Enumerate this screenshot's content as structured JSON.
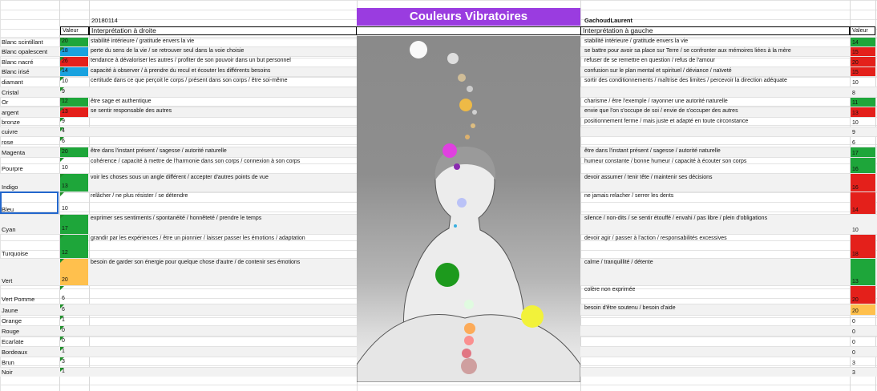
{
  "header": {
    "date": "20180114",
    "title": "Couleurs Vibratoires",
    "author": "GachoudLaurent"
  },
  "columns": {
    "valeur_left": "Valeur",
    "interp_right": "Interprétation à droite",
    "interp_left": "Interprétation à gauche",
    "valeur_right": "Valeur"
  },
  "colors": {
    "green": "#1ea63a",
    "blue": "#19a2df",
    "red": "#e4201b",
    "orange": "#ffc04d",
    "purple": "#9a3ce0"
  },
  "rows": [
    {
      "name": "Blanc scintillant",
      "v1": "20",
      "c1": "green",
      "r": "stabilité intérieure / gratitude envers la vie",
      "l": "stabilité intérieure / gratitude envers la vie",
      "v2": "14",
      "c2": "green"
    },
    {
      "name": "Blanc opalescent",
      "v1": "18",
      "c1": "blue",
      "r": "perte du sens de la vie / se retrouver seul dans la voie choisie",
      "l": "se battre pour avoir sa place sur Terre / se confronter aux mémoires liées à la mère",
      "v2": "15",
      "c2": "red"
    },
    {
      "name": "Blanc nacré",
      "v1": "26",
      "c1": "red",
      "r": "tendance à dévaloriser les autres / profiter de son pouvoir dans un but personnel",
      "l": "refuser de se remettre en question / refus de l'amour",
      "v2": "20",
      "c2": "red"
    },
    {
      "name": "Blanc irisé",
      "v1": "14",
      "c1": "blue",
      "r": "capacité à observer / à prendre du recul et écouter les différents besoins",
      "l": "confusion sur le plan mental et spirituel / déviance / naïveté",
      "v2": "15",
      "c2": "red"
    },
    {
      "name": "diamant",
      "v1": "10",
      "c1": "",
      "r": "certitude dans ce que perçoit le corps / présent dans son corps / être soi-même",
      "l": "sortir des conditionnements / maîtrise des limites / percevoir la direction adéquate",
      "v2": "10",
      "c2": ""
    },
    {
      "name": "Cristal",
      "v1": "9",
      "c1": "",
      "r": "",
      "l": "",
      "v2": "8",
      "c2": ""
    },
    {
      "name": "Or",
      "v1": "12",
      "c1": "green",
      "r": "être sage et authentique",
      "l": "charisme / être l'exemple / rayonner une autorité naturelle",
      "v2": "11",
      "c2": "green"
    },
    {
      "name": "argent",
      "v1": "13",
      "c1": "red",
      "r": "se sentir responsable des autres",
      "l": "envie que l'on s'occupe de soi / envie de s'occuper des autres",
      "v2": "13",
      "c2": "red"
    },
    {
      "name": "bronze",
      "v1": "9",
      "c1": "",
      "r": "",
      "l": "positionnement ferme / mais juste et adapté en toute circonstance",
      "v2": "10",
      "c2": ""
    },
    {
      "name": "cuivre",
      "v1": "4",
      "c1": "",
      "r": "",
      "l": "",
      "v2": "9",
      "c2": ""
    },
    {
      "name": "rose",
      "v1": "6",
      "c1": "",
      "r": "",
      "l": "",
      "v2": "6",
      "c2": ""
    },
    {
      "name": "Magenta",
      "v1": "20",
      "c1": "green",
      "r": "être dans l'instant présent / sagesse / autorité naturelle",
      "l": "être dans l'instant présent / sagesse / autorité naturelle",
      "v2": "17",
      "c2": "green"
    },
    {
      "name": "Pourpre",
      "v1": "10",
      "c1": "",
      "r": "cohérence / capacité à mettre de l'harmonie dans son corps / connexion à son corps",
      "l": "humeur constante / bonne humeur / capacité à écouter son corps",
      "v2": "16",
      "c2": "green"
    },
    {
      "name": "Indigo",
      "v1": "13",
      "c1": "green",
      "r": "voir les choses sous un angle différent / accepter d'autres points de vue",
      "l": "devoir assumer / tenir tête / maintenir ses décisions",
      "v2": "16",
      "c2": "red"
    },
    {
      "name": "Bleu",
      "v1": "10",
      "c1": "",
      "r": "relâcher / ne plus résister / se détendre",
      "l": "ne jamais relacher / serrer les dents",
      "v2": "14",
      "c2": "red"
    },
    {
      "name": "Cyan",
      "v1": "17",
      "c1": "green",
      "r": "exprimer ses sentiments / spontanéité / honnêteté / prendre le temps",
      "l": "silence / non-dits / se sentir étouffé / envahi / pas libre / plein d'obligations",
      "v2": "10",
      "c2": ""
    },
    {
      "name": "Turquoise",
      "v1": "12",
      "c1": "green",
      "r": "grandir par les expériences / être un pionnier / laisser passer les émotions / adaptation",
      "l": "devoir agir / passer à l'action / responsabilités excessives",
      "v2": "18",
      "c2": "red"
    },
    {
      "name": "Vert",
      "v1": "20",
      "c1": "orange",
      "r": "besoin de garder son énergie pour quelque chose d'autre / de contenir ses émotions",
      "l": "calme / tranquillité / détente",
      "v2": "13",
      "c2": "green"
    },
    {
      "name": "Vert Pomme",
      "v1": "6",
      "c1": "",
      "r": "",
      "l": "colère non exprimée",
      "v2": "20",
      "c2": "red"
    },
    {
      "name": "Jaune",
      "v1": "6",
      "c1": "",
      "r": "",
      "l": "besoin d'être soutenu / besoin d'aide",
      "v2": "20",
      "c2": "orange"
    },
    {
      "name": "Orange",
      "v1": "1",
      "c1": "",
      "r": "",
      "l": "",
      "v2": "0",
      "c2": ""
    },
    {
      "name": "Rouge",
      "v1": "0",
      "c1": "",
      "r": "",
      "l": "",
      "v2": "0",
      "c2": ""
    },
    {
      "name": "Ecarlate",
      "v1": "0",
      "c1": "",
      "r": "",
      "l": "",
      "v2": "0",
      "c2": ""
    },
    {
      "name": "Bordeaux",
      "v1": "1",
      "c1": "",
      "r": "",
      "l": "",
      "v2": "0",
      "c2": ""
    },
    {
      "name": "Brun",
      "v1": "3",
      "c1": "",
      "r": "",
      "l": "",
      "v2": "3",
      "c2": ""
    },
    {
      "name": "Noir",
      "v1": "1",
      "c1": "",
      "r": "",
      "l": "",
      "v2": "3",
      "c2": ""
    }
  ]
}
